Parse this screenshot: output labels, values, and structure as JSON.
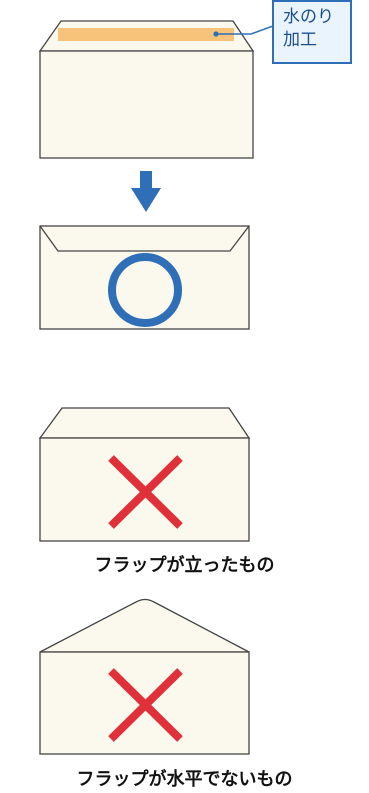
{
  "glue_label": {
    "line1": "水のり",
    "line2": "加工"
  },
  "examples": [
    {
      "verdict": "ok",
      "caption": ""
    },
    {
      "verdict": "ng",
      "caption": "フラップが立ったもの"
    },
    {
      "verdict": "ng",
      "caption": "フラップが水平でないもの"
    }
  ],
  "colors": {
    "envelope_fill": "#fbf9ee",
    "envelope_stroke": "#444444",
    "glue_strip": "#f7c37a",
    "arrow": "#2f6fb7",
    "ok_mark": "#2f6fb7",
    "ng_mark": "#e0303a",
    "callout_border": "#2f6fb7"
  },
  "icons": {
    "arrow": "arrow-down-icon",
    "ok": "circle-ok-icon",
    "ng": "cross-ng-icon"
  }
}
